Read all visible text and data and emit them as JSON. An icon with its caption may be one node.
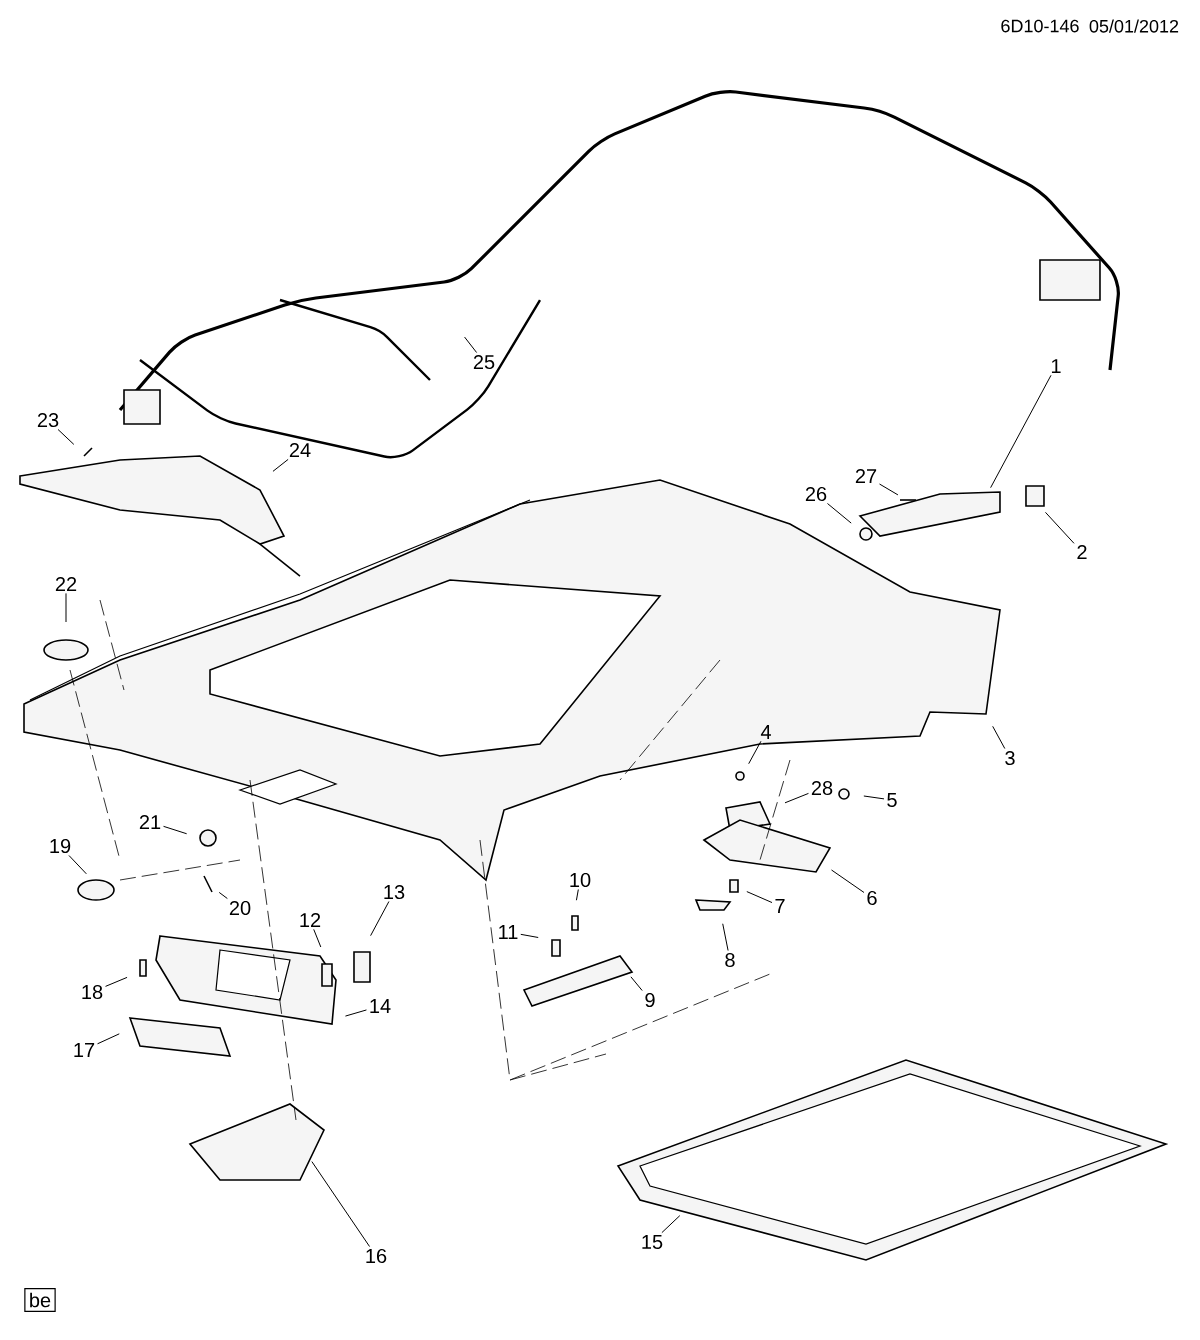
{
  "diagram": {
    "nodes": [
      {
        "text": [
          "1"
        ]
      },
      {
        "text": [
          "2"
        ]
      },
      {
        "text": [
          "3"
        ]
      },
      {
        "text": [
          "4"
        ]
      },
      {
        "text": [
          "5"
        ]
      },
      {
        "text": [
          "6"
        ]
      },
      {
        "text": [
          "7"
        ]
      },
      {
        "text": [
          "8"
        ]
      },
      {
        "text": [
          "9"
        ]
      },
      {
        "text": [
          "10"
        ]
      },
      {
        "text": [
          "11"
        ]
      },
      {
        "text": [
          "12"
        ]
      },
      {
        "text": [
          "13"
        ]
      },
      {
        "text": [
          "14"
        ]
      },
      {
        "text": [
          "15"
        ]
      },
      {
        "text": [
          "16"
        ]
      },
      {
        "text": [
          "17"
        ]
      },
      {
        "text": [
          "18"
        ]
      },
      {
        "text": [
          "19"
        ]
      },
      {
        "text": [
          "20"
        ]
      },
      {
        "text": [
          "21"
        ]
      },
      {
        "text": [
          "22"
        ]
      },
      {
        "text": [
          "23"
        ]
      },
      {
        "text": [
          "24"
        ]
      },
      {
        "text": [
          "25"
        ]
      },
      {
        "text": [
          "26"
        ]
      },
      {
        "text": [
          "27"
        ]
      },
      {
        "text": [
          "28"
        ]
      },
      {
        "text": [
          "be"
        ]
      }
    ],
    "edges": [
      {
        "from": 0,
        "to": null,
        "arrow": "none"
      },
      {
        "from": 1,
        "to": null,
        "arrow": "none"
      },
      {
        "from": 2,
        "to": null,
        "arrow": "none"
      },
      {
        "from": 3,
        "to": null,
        "arrow": "none"
      },
      {
        "from": 4,
        "to": null,
        "arrow": "none"
      },
      {
        "from": 5,
        "to": null,
        "arrow": "none"
      },
      {
        "from": 6,
        "to": null,
        "arrow": "none"
      },
      {
        "from": 7,
        "to": null,
        "arrow": "none"
      },
      {
        "from": 8,
        "to": null,
        "arrow": "none"
      },
      {
        "from": 9,
        "to": null,
        "arrow": "none"
      },
      {
        "from": 10,
        "to": null,
        "arrow": "none"
      },
      {
        "from": 11,
        "to": null,
        "arrow": "none"
      },
      {
        "from": 12,
        "to": null,
        "arrow": "none"
      },
      {
        "from": 13,
        "to": null,
        "arrow": "none"
      },
      {
        "from": 14,
        "to": null,
        "arrow": "none"
      },
      {
        "from": 15,
        "to": null,
        "arrow": "none"
      },
      {
        "from": 16,
        "to": null,
        "arrow": "none"
      },
      {
        "from": 17,
        "to": null,
        "arrow": "none"
      },
      {
        "from": 18,
        "to": null,
        "arrow": "none"
      },
      {
        "from": 19,
        "to": null,
        "arrow": "none"
      },
      {
        "from": 20,
        "to": null,
        "arrow": "none"
      },
      {
        "from": 21,
        "to": null,
        "arrow": "none"
      },
      {
        "from": 22,
        "to": null,
        "arrow": "none"
      },
      {
        "from": 23,
        "to": null,
        "arrow": "none"
      },
      {
        "from": 24,
        "to": null,
        "arrow": "none"
      },
      {
        "from": 25,
        "to": null,
        "arrow": "none"
      },
      {
        "from": 26,
        "to": null,
        "arrow": "none"
      },
      {
        "from": 27,
        "to": null,
        "arrow": "none"
      }
    ],
    "labels": [
      "6D10-146",
      "05/01/2012"
    ]
  }
}
